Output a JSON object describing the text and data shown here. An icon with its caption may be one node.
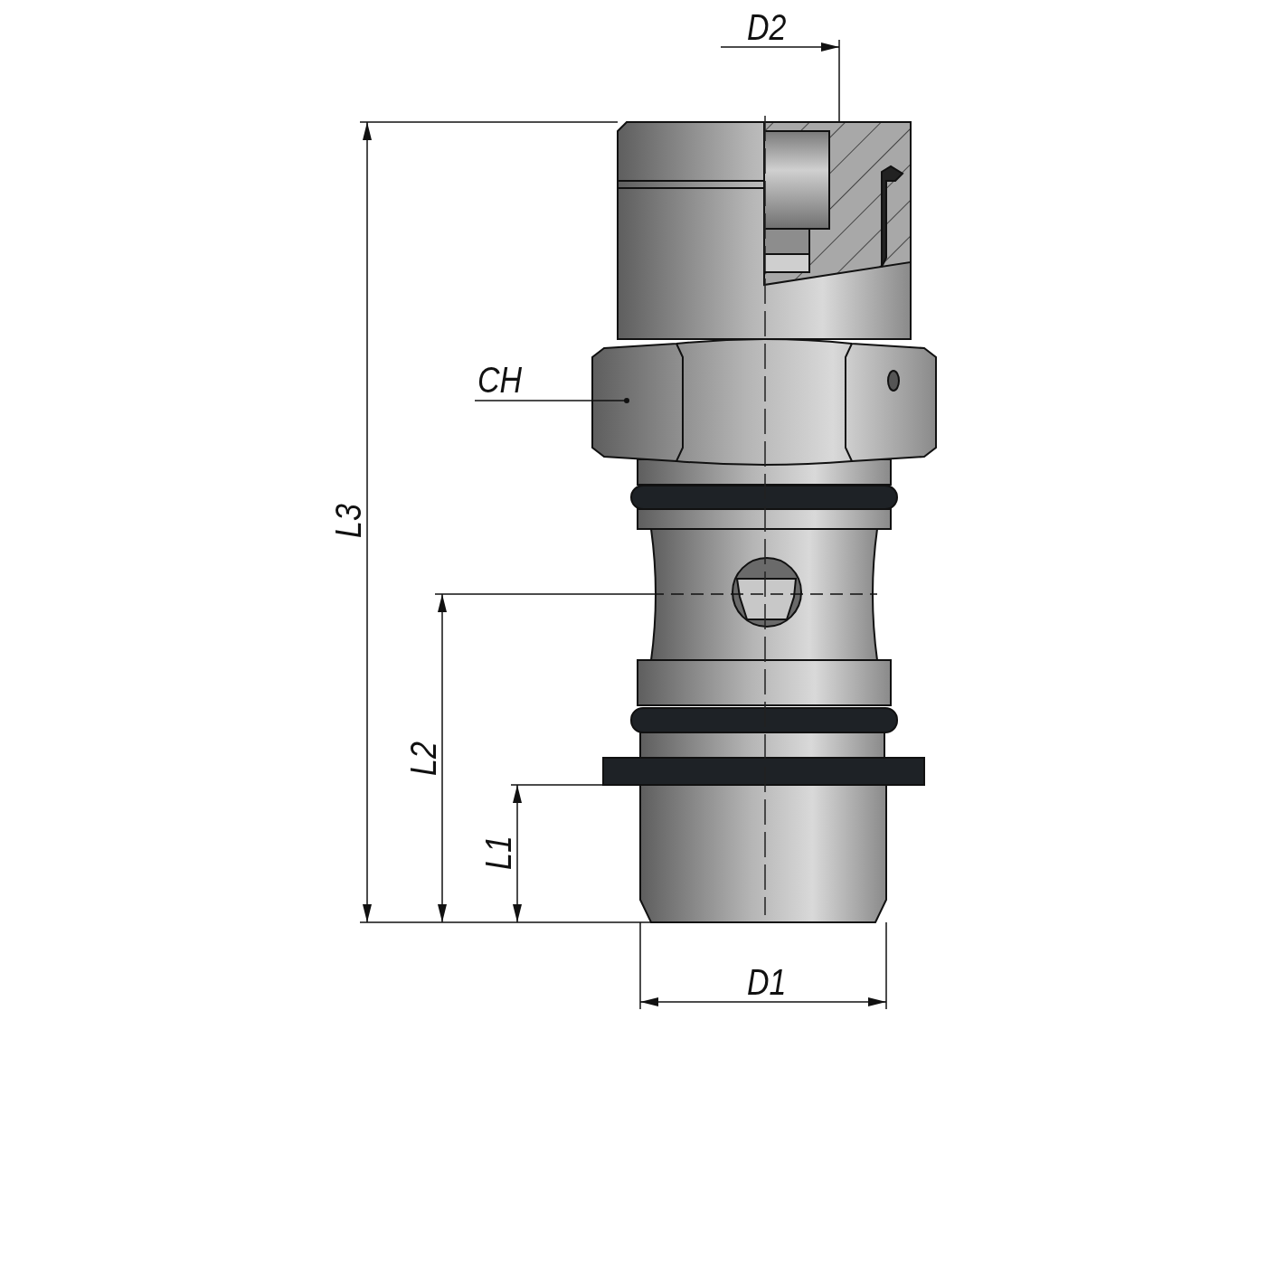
{
  "diagram": {
    "nodes": [
      {
        "text": [
          "CH"
        ]
      },
      {
        "text": [],
        "shape": "picture"
      }
    ],
    "edges": [
      {
        "from": 0,
        "to": 1,
        "arrow": "other"
      }
    ],
    "labels": [
      "D2",
      "L3",
      "L2",
      "L1",
      "D1"
    ]
  }
}
